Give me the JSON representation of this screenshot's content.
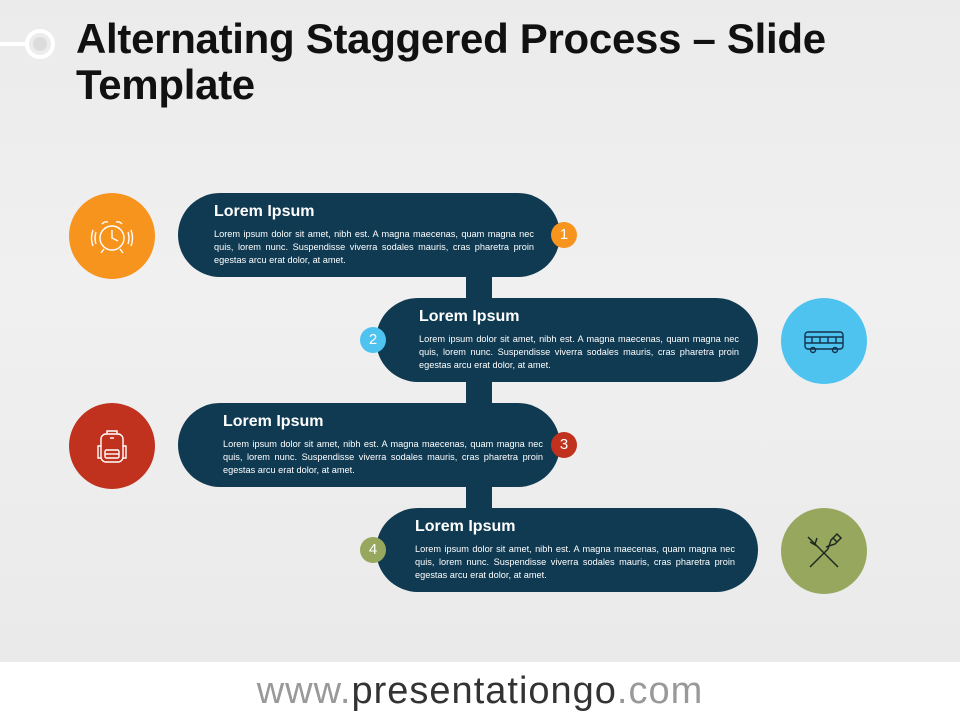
{
  "title": "Alternating Staggered Process – Slide Template",
  "steps": [
    {
      "number": "1",
      "heading": "Lorem Ipsum",
      "body": "Lorem ipsum dolor sit amet, nibh est. A magna maecenas, quam magna nec quis, lorem nunc. Suspendisse viverra sodales mauris, cras pharetra proin egestas arcu erat dolor, at amet.",
      "color": "#f7941d",
      "icon": "alarm-clock-icon"
    },
    {
      "number": "2",
      "heading": "Lorem Ipsum",
      "body": "Lorem ipsum dolor sit amet, nibh est. A magna maecenas, quam magna nec quis, lorem nunc. Suspendisse viverra sodales mauris, cras pharetra proin egestas arcu erat dolor, at amet.",
      "color": "#4fc3f0",
      "icon": "bus-icon"
    },
    {
      "number": "3",
      "heading": "Lorem Ipsum",
      "body": "Lorem ipsum dolor sit amet, nibh est. A magna maecenas, quam magna nec quis, lorem nunc. Suspendisse viverra sodales mauris, cras pharetra proin egestas arcu erat dolor, at amet.",
      "color": "#c0321e",
      "icon": "backpack-icon"
    },
    {
      "number": "4",
      "heading": "Lorem Ipsum",
      "body": "Lorem ipsum dolor sit amet, nibh est. A magna maecenas, quam magna nec quis, lorem nunc. Suspendisse viverra sodales mauris, cras pharetra proin egestas arcu erat dolor, at amet.",
      "color": "#97a85e",
      "icon": "fork-knife-icon"
    }
  ],
  "pill_color": "#0f3a52",
  "footer": {
    "prefix": "www.",
    "brand": "presentationgo",
    "suffix": ".com"
  }
}
